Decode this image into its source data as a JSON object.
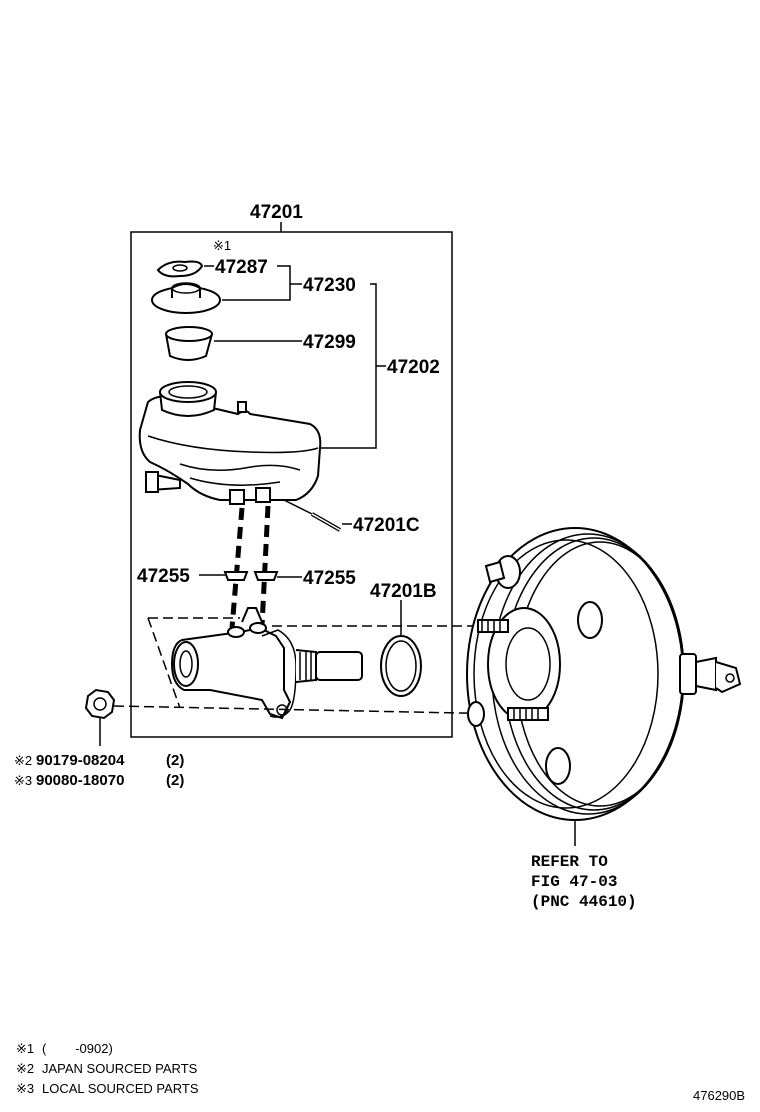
{
  "callouts": {
    "assy": "47201",
    "note1_mark": "※1",
    "p47287": "47287",
    "p47230": "47230",
    "p47299": "47299",
    "p47202": "47202",
    "p47201c": "47201C",
    "p47255_left": "47255",
    "p47255_right": "47255",
    "p47201b": "47201B"
  },
  "nut_parts": [
    {
      "mark": "※2",
      "number": "90179-08204",
      "qty": "(2)"
    },
    {
      "mark": "※3",
      "number": "90080-18070",
      "qty": "(2)"
    }
  ],
  "refer": {
    "line1": "REFER TO",
    "line2": "FIG 47-03",
    "line3": "(PNC 44610)"
  },
  "legend": [
    {
      "mark": "※1",
      "text": "(        -0902)"
    },
    {
      "mark": "※2",
      "text": "JAPAN SOURCED PARTS"
    },
    {
      "mark": "※3",
      "text": "LOCAL SOURCED PARTS"
    }
  ],
  "figure_code": "476290B"
}
